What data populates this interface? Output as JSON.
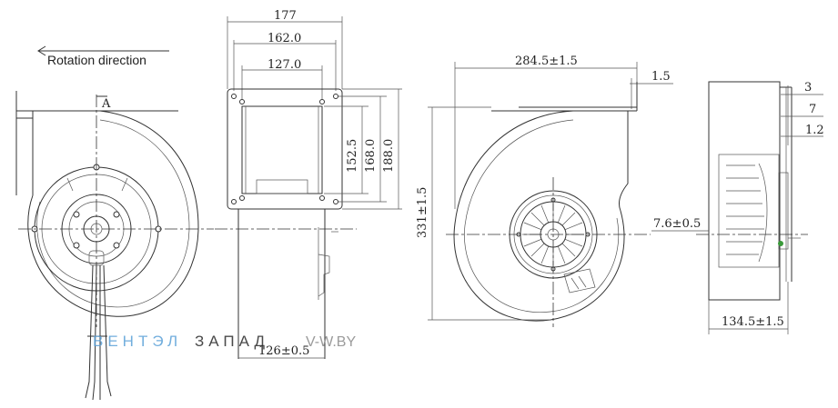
{
  "rotation_label": "Rotation direction",
  "section_mark": "A",
  "dimensions": {
    "w177": "177",
    "w162": "162.0",
    "w127": "127.0",
    "h152": "152.5",
    "h168": "168.0",
    "h188": "188.0",
    "w126": "126±0.5",
    "w284": "284.5±1.5",
    "t15": "1.5",
    "h331": "331±1.5",
    "s3": "3",
    "s7": "7",
    "s12": "1.2",
    "s76": "7.6±0.5",
    "w134": "134.5±1.5"
  },
  "watermark": {
    "part1": "ВЕНТЭЛ",
    "part2": "ЗАПАД",
    "part3": "V-W.BY"
  },
  "colors": {
    "watermark_blue": "#5aa0d8",
    "watermark_dark": "#2a2a2a",
    "watermark_gray": "#8a8a8a",
    "ground_green": "#3a9a3a"
  }
}
